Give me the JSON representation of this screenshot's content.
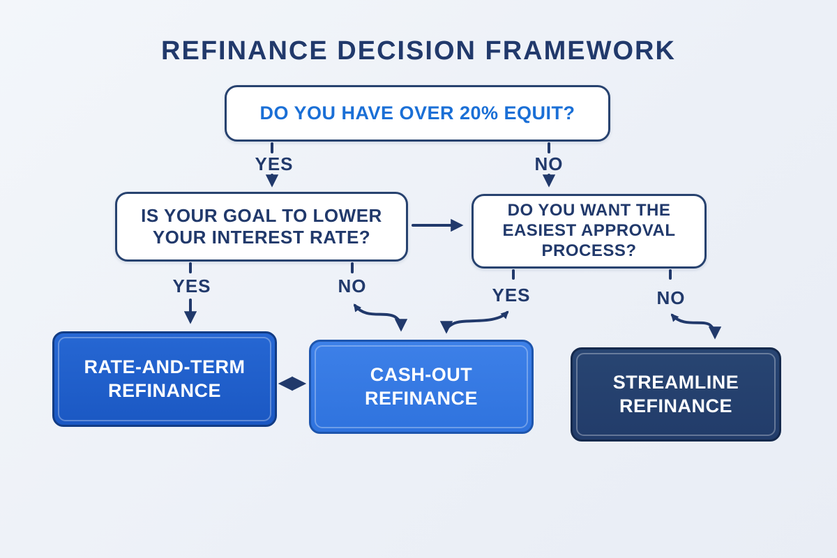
{
  "title": "REFINANCE DECISION FRAMEWORK",
  "colors": {
    "background": "#eef1f7",
    "navy_text": "#21396b",
    "question_blue": "#1a6fd6",
    "rate_and_term_fill": "#1d5cc7",
    "cash_out_fill": "#3579e3",
    "streamline_fill": "#24406f",
    "result_text": "#ffffff"
  },
  "nodes": {
    "equity_question": "DO YOU HAVE OVER 20% EQUIT?",
    "goal_question": "IS YOUR GOAL TO LOWER YOUR INTEREST RATE?",
    "approval_question": "DO YOU WANT THE EASIEST APPROVAL PROCESS?",
    "rate_and_term": "RATE-AND-TERM REFINANCE",
    "cash_out": "CASH-OUT REFINANCE",
    "streamline": "STREAMLINE REFINANCE"
  },
  "edges": {
    "equity_yes": "YES",
    "equity_no": "NO",
    "goal_yes": "YES",
    "goal_no": "NO",
    "approval_yes": "YES",
    "approval_no": "NO"
  }
}
